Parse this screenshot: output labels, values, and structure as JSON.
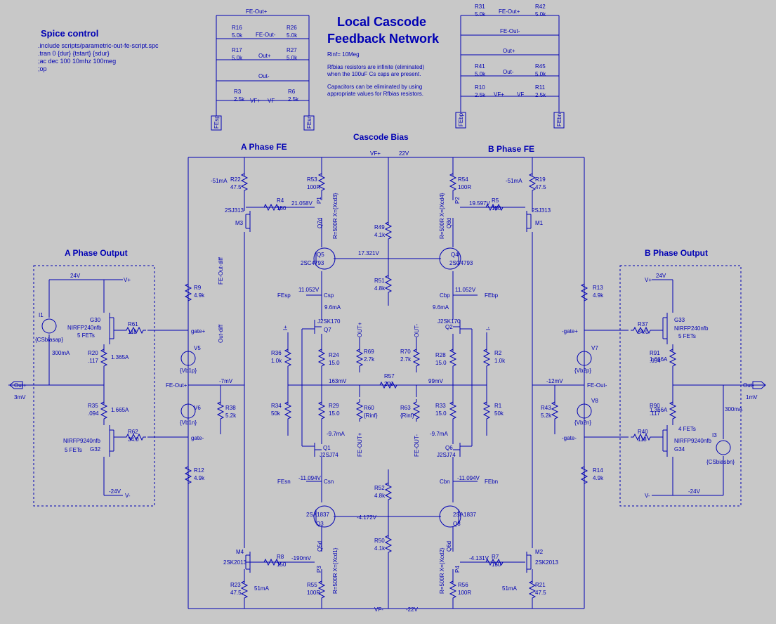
{
  "spice": {
    "title": "Spice control",
    "lines": [
      ".include scripts/parametric-out-fe-script.spc",
      ".tran 0 {dur} {tstart} {sdur}",
      ";ac dec 100 10mhz 100meg",
      ";op"
    ]
  },
  "network": {
    "title_line1": "Local Cascode",
    "title_line2": "Feedback Network",
    "rinf": "Rinf= 10Meg",
    "note1_a": "Rfbias resistors are infinite (eliminated)",
    "note1_b": "when the 100uF Cs caps are present.",
    "note2_a": "Capacitors can be eliminated by using",
    "note2_b": "appropriate values for Rfbias resistors."
  },
  "headings": {
    "cascode_bias": "Cascode Bias",
    "a_phase_fe": "A Phase FE",
    "b_phase_fe": "B Phase FE",
    "a_phase_output": "A Phase Output",
    "b_phase_output": "B Phase Output"
  },
  "nets": {
    "vfp": "VF+",
    "vfm": "VF-",
    "p22": "22V",
    "m22": "-22V",
    "fe_out_plus": "FE-Out+",
    "fe_out_minus": "FE-Out-",
    "gate_plus": "gate+",
    "gate_minus": "gate-",
    "gate_plus_b": "-gate+",
    "gate_minus_b": "-gate-",
    "out_plus": "Out+",
    "out_minus": "Out-",
    "fe_out_diff": "FE-Out-diff",
    "out_diff": "Out-diff",
    "fesp": "FEsp",
    "fesn": "FEsn",
    "febp": "FEbp",
    "febn": "FEbn",
    "fe_out": "FE-Out",
    "out_": "Out",
    "p24": "24V",
    "m24": "-24V",
    "vplus": "V+",
    "vminus": "V-",
    "csp": "Csp",
    "csn": "Csn",
    "cbp": "Cbp",
    "cbn": "Cbn",
    "out_plus_box": "OUT+",
    "out_minus_box": "OUT-",
    "i_plus": "I+",
    "i_minus": "I-",
    "fe_out_plus_box": "FE-OUT+",
    "fe_out_minus_box": "FE-OUT-",
    "vf_plus_small": "VF+",
    "vf_small": "VF"
  },
  "meas": {
    "m51_left": "-51mA",
    "m51_right": "-51mA",
    "v21": "21.058V",
    "v19": "19.597V",
    "v17": "17.321V",
    "v11_left": "11.052V",
    "v11_right": "11.052V",
    "i96_left": "9.6mA",
    "i96_right": "9.6mA",
    "mv163": "163mV",
    "mv99": "99mV",
    "i97_left": "-9.7mA",
    "i97_right": "-9.7mA",
    "v11n_left": "-11.094V",
    "v11n_right": "-11.094V",
    "v4": "-4.172V",
    "mv190": "-190mV",
    "v4b": "-4.131V",
    "ma51_bl": "51mA",
    "ma51_br": "51mA",
    "mv7": "-7mV",
    "mv12": "-12mV",
    "mv3": "3mV",
    "mv1": "1mV",
    "ma300_l": "300mA",
    "ma300_r": "300mA",
    "a1365_l": "1.365A",
    "a1665_l": "1.665A",
    "a1665_r": "1.666A",
    "a1366_r": "1.366A"
  },
  "parts": [
    [
      "R16",
      "5.0k"
    ],
    [
      "R26",
      "5.0k"
    ],
    [
      "R17",
      "5.0k"
    ],
    [
      "R27",
      "5.0k"
    ],
    [
      "R3",
      "2.5k"
    ],
    [
      "R6",
      "2.5k"
    ],
    [
      "R31",
      "5.0k"
    ],
    [
      "R42",
      "5.0k"
    ],
    [
      "R41",
      "5.0k"
    ],
    [
      "R45",
      "5.0k"
    ],
    [
      "R10",
      "2.5k"
    ],
    [
      "R11",
      "2.5k"
    ],
    [
      "R22",
      "47.5"
    ],
    [
      "R53",
      "100R"
    ],
    [
      "R4",
      "150"
    ],
    [
      "R54",
      "100R"
    ],
    [
      "R5",
      "150"
    ],
    [
      "R19",
      "47.5"
    ],
    [
      "R49",
      "4.1k"
    ],
    [
      "R51",
      "4.8k"
    ],
    [
      "R9",
      "4.9k"
    ],
    [
      "R13",
      "4.9k"
    ],
    [
      "R24",
      "15.0"
    ],
    [
      "R28",
      "15.0"
    ],
    [
      "R69",
      "2.7k"
    ],
    [
      "R70",
      "2.7k"
    ],
    [
      "R57",
      "200"
    ],
    [
      "R36",
      "1.0k"
    ],
    [
      "R2",
      "1.0k"
    ],
    [
      "R34",
      "50k"
    ],
    [
      "R1",
      "50k"
    ],
    [
      "R29",
      "15.0"
    ],
    [
      "R33",
      "15.0"
    ],
    [
      "R60",
      "{Rinf}"
    ],
    [
      "R63",
      "{Rinf}"
    ],
    [
      "R52",
      "4.8k"
    ],
    [
      "R50",
      "4.1k"
    ],
    [
      "R8",
      "150"
    ],
    [
      "R7",
      "150"
    ],
    [
      "R55",
      "100R"
    ],
    [
      "R56",
      "100R"
    ],
    [
      "R23",
      "47.5"
    ],
    [
      "R21",
      "47.5"
    ],
    [
      "R12",
      "4.9k"
    ],
    [
      "R14",
      "4.9k"
    ],
    [
      "R38",
      "5.2k"
    ],
    [
      "R43",
      "5.2k"
    ],
    [
      "R61",
      "118"
    ],
    [
      "R62",
      "34.0"
    ],
    [
      "R20",
      ".117"
    ],
    [
      "R35",
      ".094"
    ],
    [
      "R37",
      "34.0"
    ],
    [
      "R91",
      ".094"
    ],
    [
      "R90",
      ".117"
    ],
    [
      "R40",
      "118"
    ]
  ],
  "devices": {
    "m3": "M3",
    "sj313_l": "2SJ313",
    "m1": "M1",
    "sj313_r": "2SJ313",
    "q5": "Q5",
    "sc4793_l": "2SC4793",
    "q4": "Q4",
    "sc4793_r": "2SC4793",
    "q7": "Q7",
    "j2sk_l": "J2SK170",
    "q2": "Q2",
    "j2sk_r": "J2SK170",
    "q1": "Q1",
    "j2sj_l": "J2SJ74",
    "q6": "Q6",
    "j2sj_r": "J2SJ74",
    "q3": "Q3",
    "sa1837_l": "2SA1837",
    "q8": "Q8",
    "sa1837_r": "2SA1837",
    "m4": "M4",
    "sk2013_l": "2SK2013",
    "m2": "M2",
    "sk2013_r": "2SK2013",
    "p1": "P1",
    "p2": "P2",
    "p3": "P3",
    "p4": "P4",
    "pot_lt": "R=500R X={Xcd3}",
    "pot_rt": "R=500R X={Xcd4}",
    "pot_lb": "R=500R X={Xcd1}",
    "pot_rb": "R=500R X={Xcd2}",
    "q7d": "Q7d",
    "q8d": "Q8d",
    "q5d": "Q5d",
    "q6d": "Q6d",
    "v5": "V5",
    "vb1p": "{Vb1p}",
    "v6": "V6",
    "vb1n": "{Vb1n}",
    "v7": "V7",
    "vb2p": "{Vb2p}",
    "v8": "V8",
    "vb2n": "{Vb2n}",
    "i1": "I1",
    "csbiasap": "{CSbiasap}",
    "i3": "I3",
    "csbiasbn": "{CSbiasbn}",
    "g30": "G30",
    "nirf_g30": "NIRFP240nfb",
    "fets_g30": "5 FETs",
    "g32": "G32",
    "nirf_g32": "NIRFP9240nfb",
    "fets_g32": "5 FETs",
    "g33": "G33",
    "nirf_g33": "NIRFP240nfb",
    "fets_g33": "5 FETs",
    "g34": "G34",
    "nirf_g34": "NIRFP9240nfb",
    "fets_g34": "4 FETs"
  }
}
